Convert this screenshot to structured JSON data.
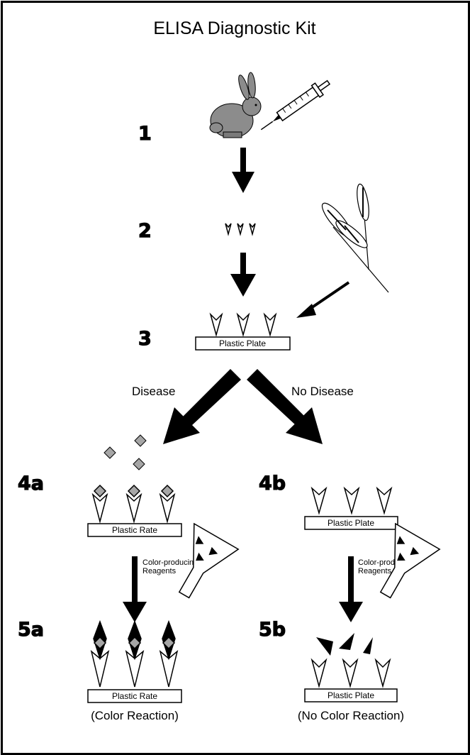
{
  "title": "ELISA Diagnostic Kit",
  "steps": {
    "s1": "1",
    "s2": "2",
    "s3": "3",
    "s4a": "4a",
    "s4b": "4b",
    "s5a": "5a",
    "s5b": "5b"
  },
  "branches": {
    "left": "Disease",
    "right": "No Disease"
  },
  "plates": {
    "p3": "Plastic Plate",
    "p4a": "Plastic Rate",
    "p4b": "Plastic Plate",
    "p5a": "Plastic Rate",
    "p5b": "Plastic Plate"
  },
  "reagents": {
    "left_line1": "Color-producing",
    "left_line2": "Reagents",
    "right_line1": "Color-producing",
    "right_line2": "Reagents"
  },
  "results": {
    "left": "(Color Reaction)",
    "right": "(No Color Reaction)"
  },
  "colors": {
    "gray": "#a6a6a6",
    "dark_gray": "#777777",
    "black": "#000000"
  }
}
